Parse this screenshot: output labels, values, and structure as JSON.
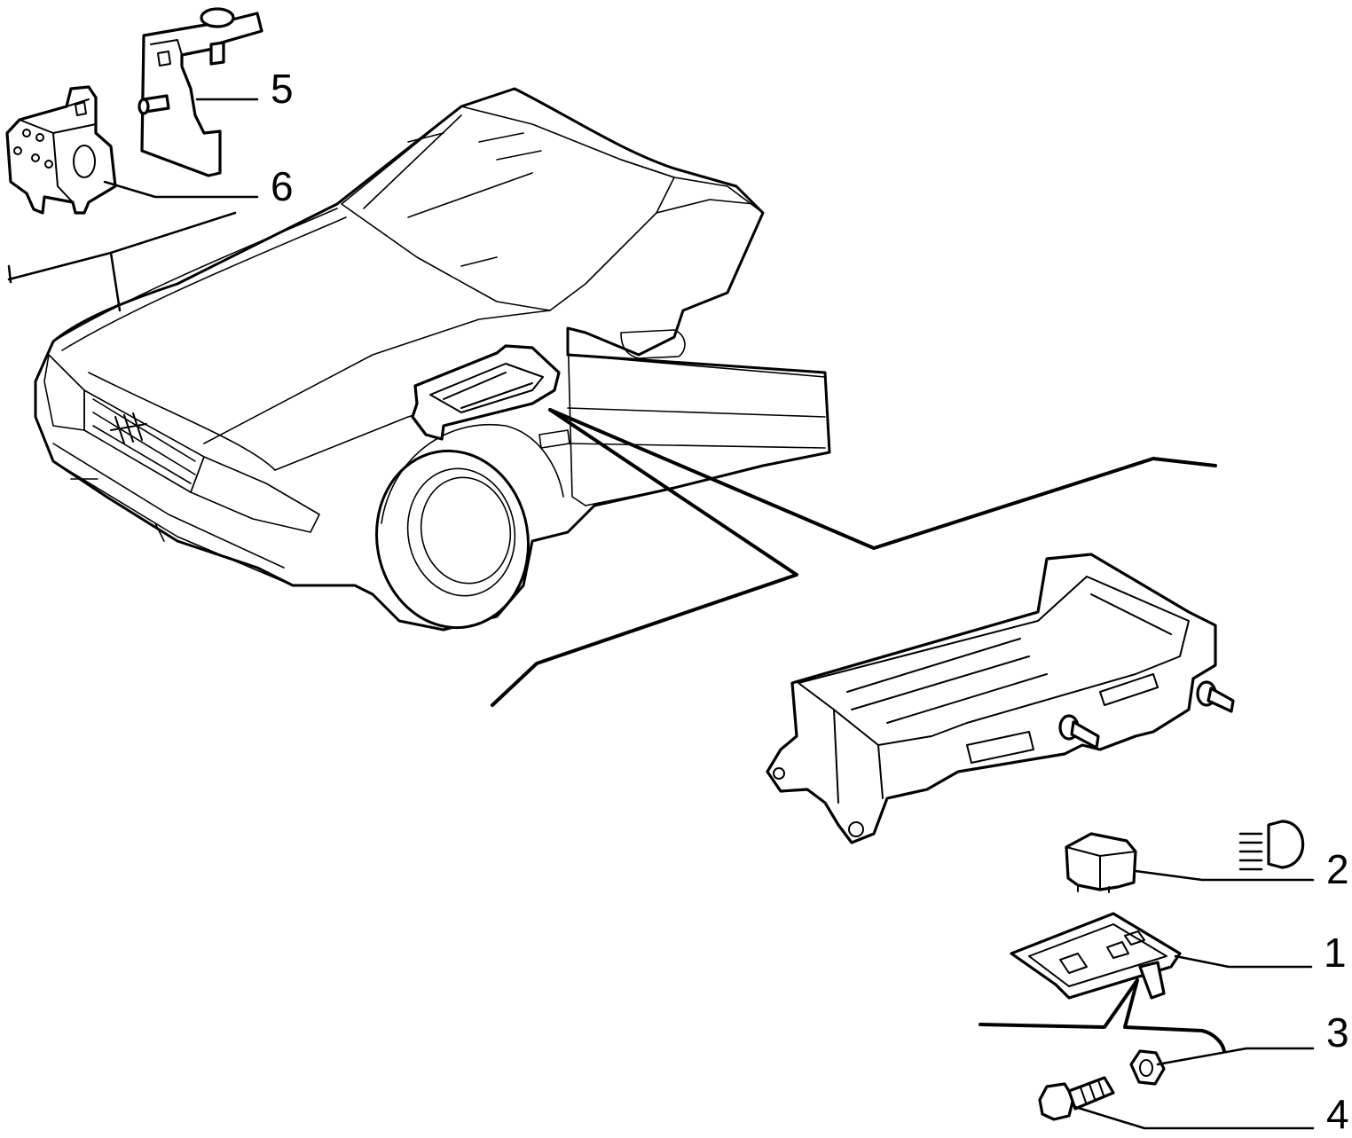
{
  "diagram": {
    "callouts": [
      {
        "id": "1",
        "label": "1"
      },
      {
        "id": "2",
        "label": "2"
      },
      {
        "id": "3",
        "label": "3"
      },
      {
        "id": "4",
        "label": "4"
      },
      {
        "id": "5",
        "label": "5"
      },
      {
        "id": "6",
        "label": "6"
      }
    ],
    "symbols": {
      "headlamp": "headlamp-symbol-icon"
    },
    "colors": {
      "ink": "#000000",
      "paper": "#ffffff"
    }
  }
}
